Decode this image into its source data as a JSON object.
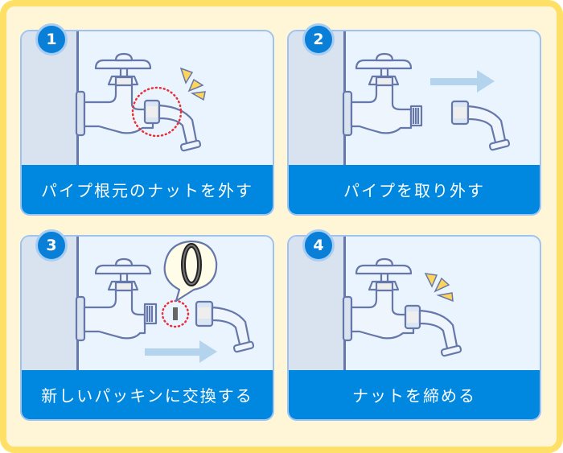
{
  "steps": [
    {
      "number": "1",
      "caption": "パイプ根元のナットを外す",
      "illustration": "faucet-with-nut-highlight-loosening"
    },
    {
      "number": "2",
      "caption": "パイプを取り外す",
      "illustration": "faucet-pipe-removed-arrow-right"
    },
    {
      "number": "3",
      "caption": "新しいパッキンに交換する",
      "illustration": "faucet-new-packing-ring-callout"
    },
    {
      "number": "4",
      "caption": "ナットを締める",
      "illustration": "faucet-nut-tightening"
    }
  ],
  "colors": {
    "frame_border": "#ffe066",
    "frame_bg": "#fff5d7",
    "card_bg": "#eaf4fe",
    "caption_bg": "#0087e0",
    "badge_bg": "#0a7fd8",
    "line": "#6677aa",
    "highlight_dots": "#e8303a",
    "sparkle": "#ffd45a",
    "arrow": "#b3d4ec"
  }
}
